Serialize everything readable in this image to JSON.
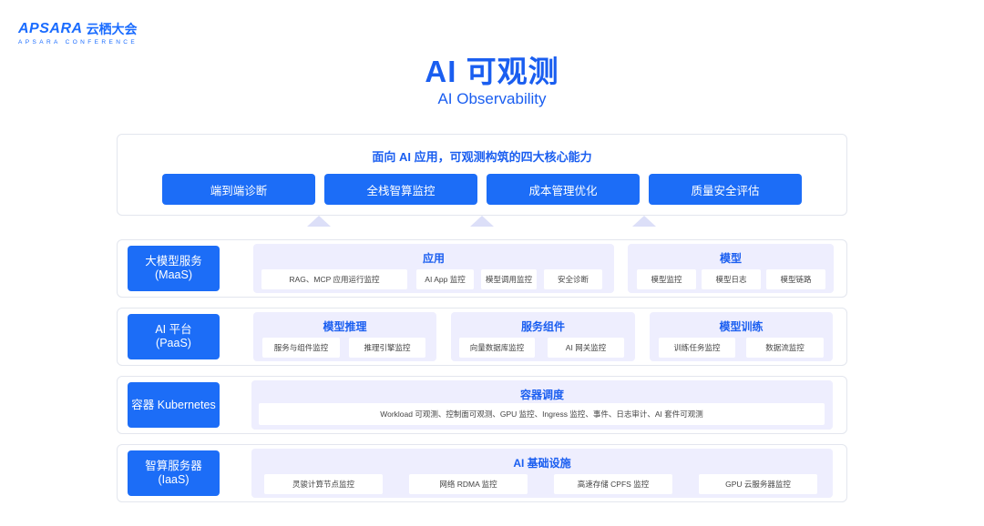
{
  "brand": {
    "logo_text": "APSARA",
    "logo_cn": "云栖大会",
    "logo_sub": "APSARA CONFERENCE"
  },
  "title": "AI 可观测",
  "subtitle": "AI Observability",
  "core": {
    "heading": "面向 AI 应用，可观测构筑的四大核心能力",
    "capabilities": [
      "端到端诊断",
      "全栈智算监控",
      "成本管理优化",
      "质量安全评估"
    ]
  },
  "layers": [
    {
      "label_line1": "大模型服务",
      "label_line2": "(MaaS)",
      "groups": [
        {
          "title": "应用",
          "items": [
            "RAG、MCP 应用运行监控",
            "AI App 监控",
            "模型调用监控",
            "安全诊断"
          ]
        },
        {
          "title": "模型",
          "items": [
            "模型监控",
            "模型日志",
            "模型链路"
          ]
        }
      ]
    },
    {
      "label_line1": "AI 平台",
      "label_line2": "(PaaS)",
      "groups": [
        {
          "title": "模型推理",
          "items": [
            "服务与组件监控",
            "推理引擎监控"
          ]
        },
        {
          "title": "服务组件",
          "items": [
            "向量数据库监控",
            "AI 网关监控"
          ]
        },
        {
          "title": "模型训练",
          "items": [
            "训练任务监控",
            "数据流监控"
          ]
        }
      ]
    },
    {
      "label_line1": "容器 Kubernetes",
      "label_line2": "",
      "groups": [
        {
          "title": "容器调度",
          "items": [
            "Workload 可观测、控制面可观测、GPU 监控、Ingress 监控、事件、日志审计、AI 套件可观测"
          ]
        }
      ]
    },
    {
      "label_line1": "智算服务器",
      "label_line2": "(IaaS)",
      "groups": [
        {
          "title": "AI 基础设施",
          "items": [
            "灵骏计算节点监控",
            "网络 RDMA 监控",
            "高速存储 CPFS 监控",
            "GPU 云服务器监控"
          ]
        }
      ]
    }
  ],
  "colors": {
    "primary": "#1c6df7",
    "title_blue": "#1a5ef0",
    "group_bg": "#eeeefe",
    "arrow": "#dcdff8",
    "border": "#e3e6ee"
  }
}
